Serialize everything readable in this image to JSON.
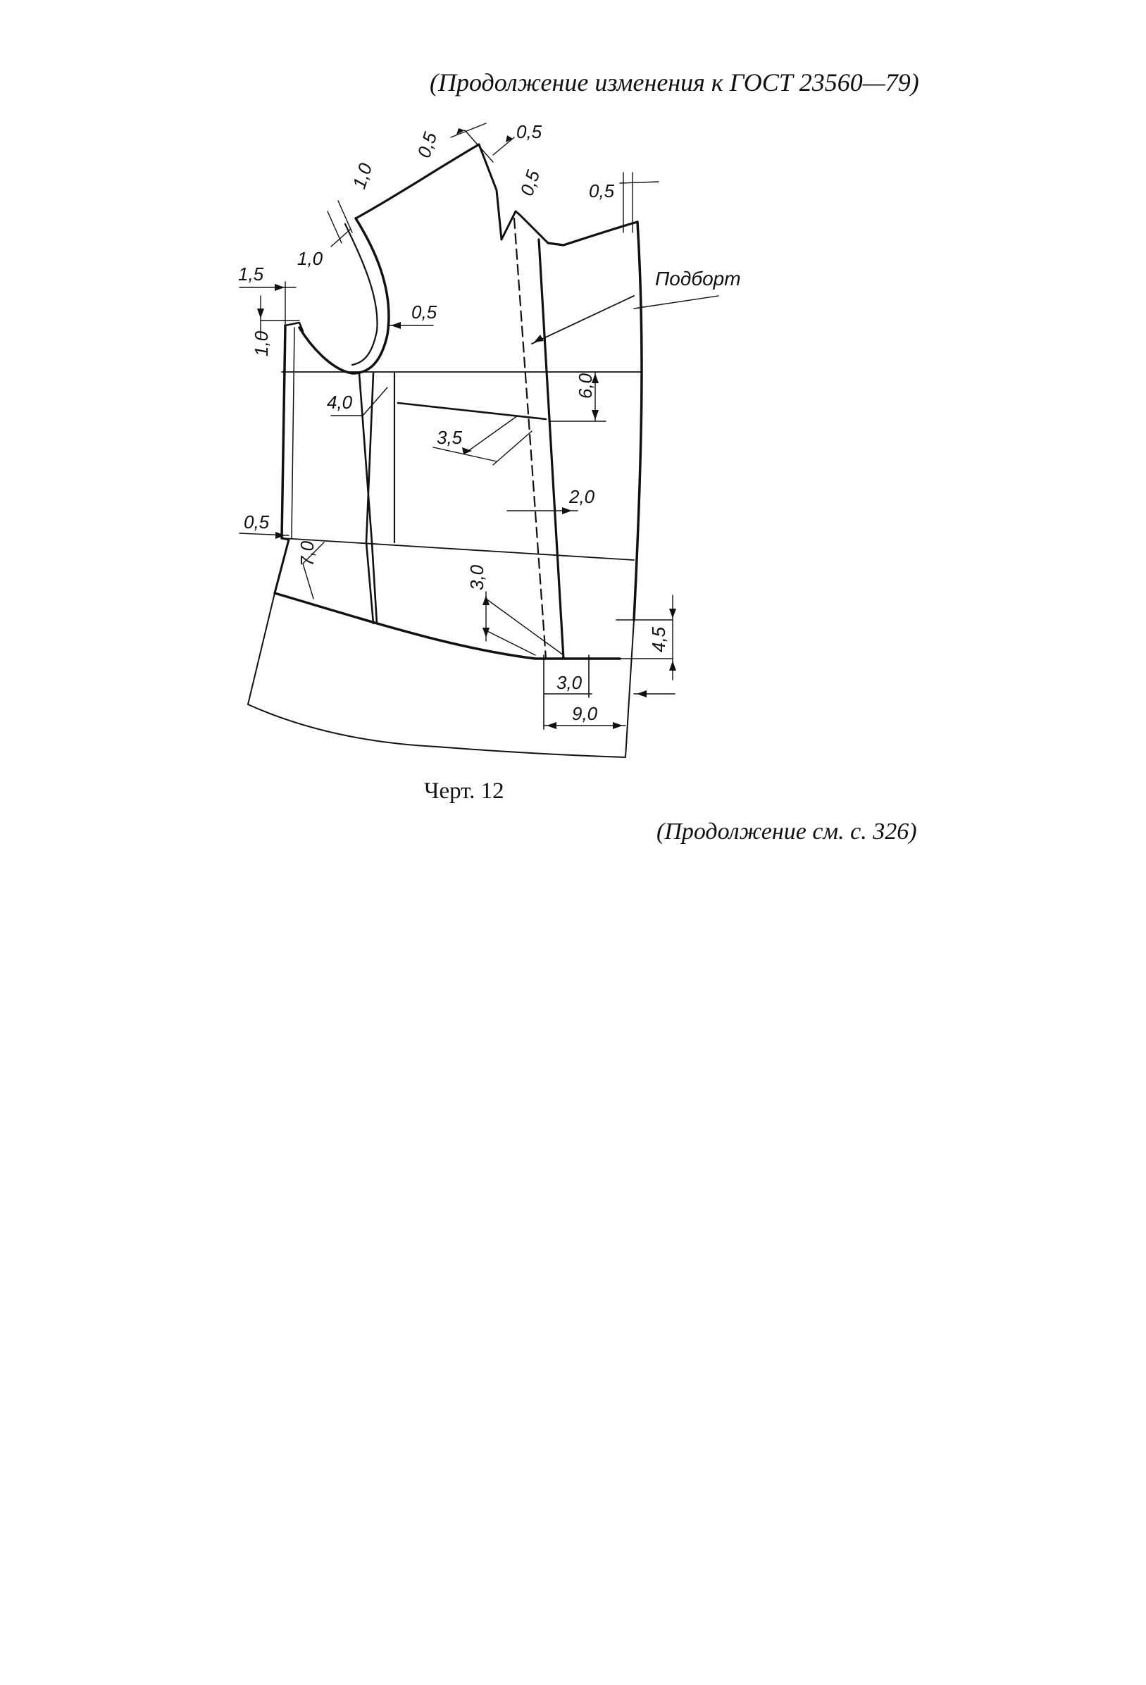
{
  "header": {
    "text": "(Продолжение изменения к ГОСТ 23560—79)"
  },
  "drawing": {
    "label_podbort": "Подборт",
    "dims": {
      "d_neck_05_a": "0,5",
      "d_neck_05_b": "0,5",
      "d_dart_05": "0,5",
      "d_front_05": "0,5",
      "d_shoulder_10_top": "1,0",
      "d_shoulder_10_side": "1,0",
      "d_side_15": "1,5",
      "d_side_10": "1,0",
      "d_arm_05": "0,5",
      "d_dart_40": "4,0",
      "d_pocket_60": "6,0",
      "d_pocket_35": "3,5",
      "d_dash_20": "2,0",
      "d_waist_05": "0,5",
      "d_hem_70": "7,0",
      "d_hem_30_v": "3,0",
      "d_hem_30_h": "3,0",
      "d_hem_90": "9,0",
      "d_hem_45": "4,5"
    }
  },
  "caption": {
    "text": "Черт. 12"
  },
  "footer": {
    "text": "(Продолжение см. с. 326)"
  }
}
